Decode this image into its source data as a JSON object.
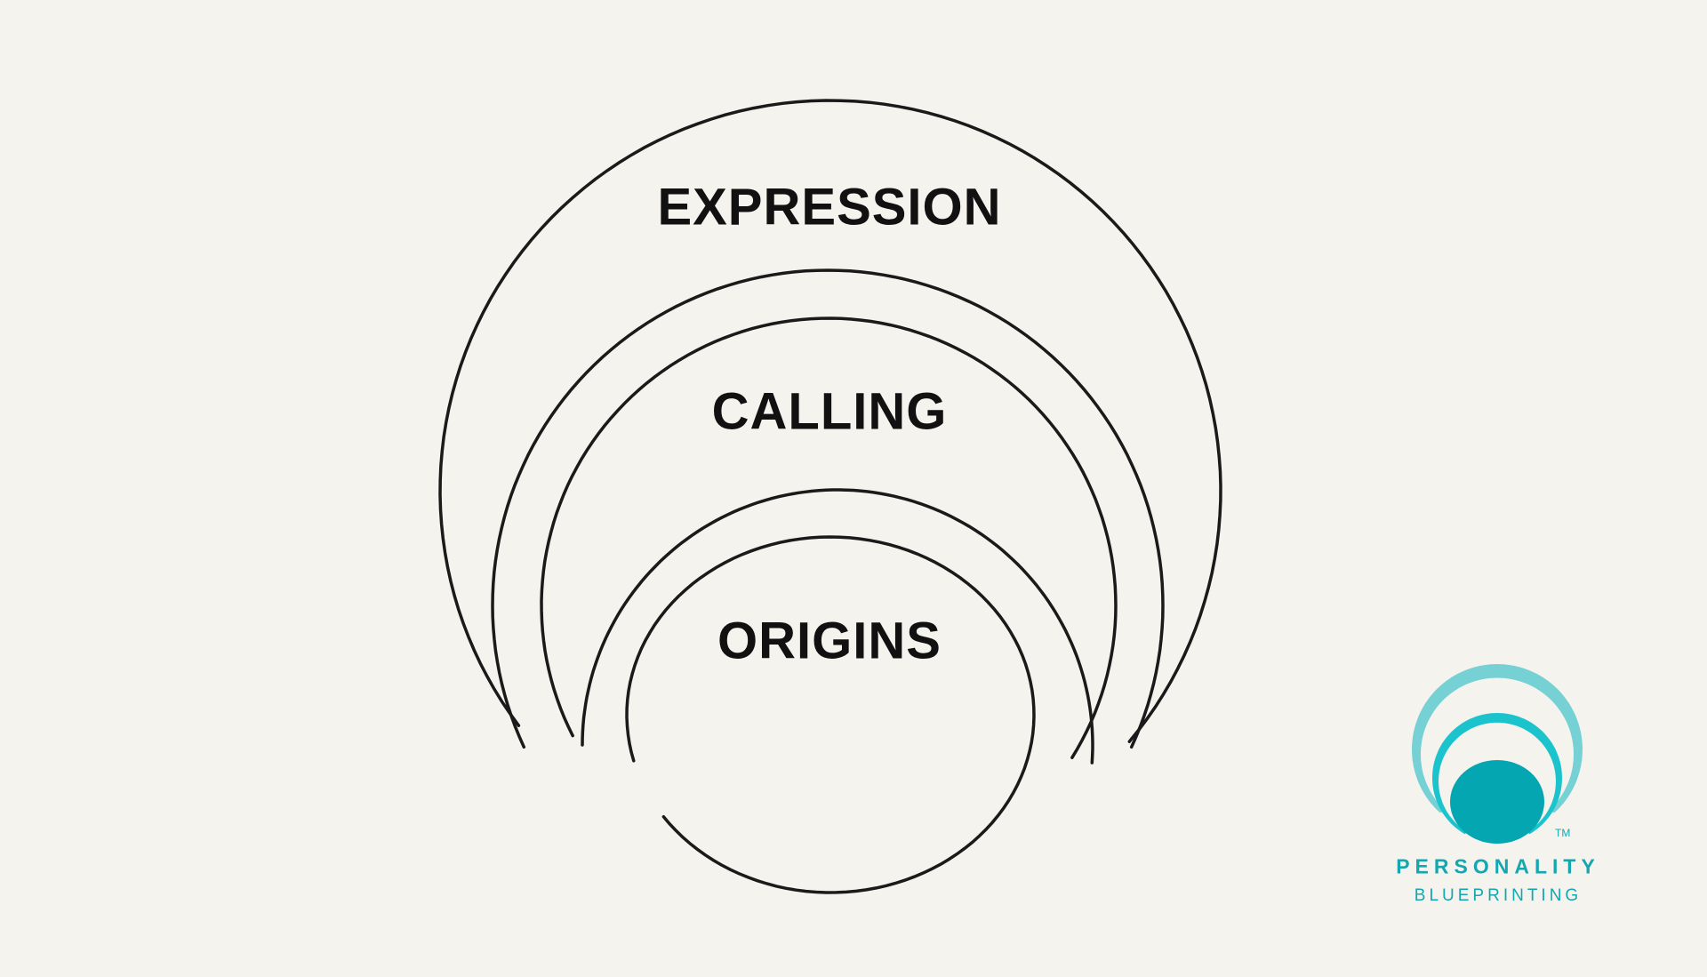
{
  "diagram": {
    "layers": [
      {
        "label": "EXPRESSION"
      },
      {
        "label": "CALLING"
      },
      {
        "label": "ORIGINS"
      }
    ],
    "stroke_color": "#1a1a1a"
  },
  "logo": {
    "name_line1": "PERSONALITY",
    "name_line2": "BLUEPRINTING",
    "trademark": "TM",
    "colors": {
      "outer": "#76d1d4",
      "middle": "#1bc4cc",
      "inner": "#04a6b2"
    }
  }
}
